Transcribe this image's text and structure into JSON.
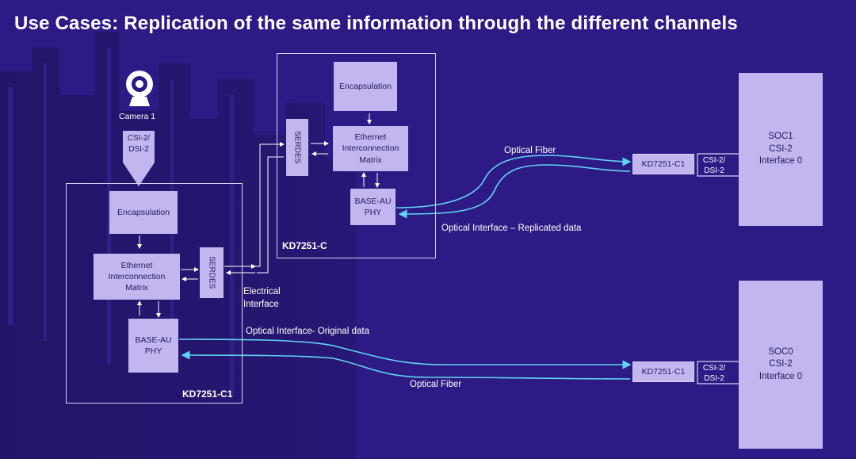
{
  "title": "Use Cases: Replication of the same information through the different channels",
  "camera": {
    "label": "Camera 1",
    "interface": "CSI-2/\nDSI-2"
  },
  "kd_c1": {
    "name": "KD7251-C1",
    "encapsulation": "Encapsulation",
    "matrix": "Ethernet\nInterconnection\nMatrix",
    "serdes": "SERDES",
    "phy": "BASE-AU\nPHY"
  },
  "kd_c": {
    "name": "KD7251-C",
    "encapsulation": "Encapsulation",
    "matrix": "Ethernet\nInterconnection\nMatrix",
    "serdes": "SERDES",
    "phy": "BASE-AU\nPHY"
  },
  "labels": {
    "electrical": "Electrical\nInterface",
    "optical_fiber_top": "Optical Fiber",
    "optical_replicated": "Optical Interface – Replicated data",
    "optical_original": "Optical Interface- Original data",
    "optical_fiber_bottom": "Optical Fiber"
  },
  "receivers": [
    {
      "chip": "KD7251-C1",
      "interface": "CSI-2/\nDSI-2",
      "soc": "SOC1\nCSI-2\nInterface 0"
    },
    {
      "chip": "KD7251-C1",
      "interface": "CSI-2/\nDSI-2",
      "soc": "SOC0\nCSI-2\nInterface 0"
    }
  ],
  "colors": {
    "background": "#2e1a85",
    "box": "#c3b5f0",
    "fiber": "#5fd4f0",
    "frame": "#d8d0f5"
  }
}
